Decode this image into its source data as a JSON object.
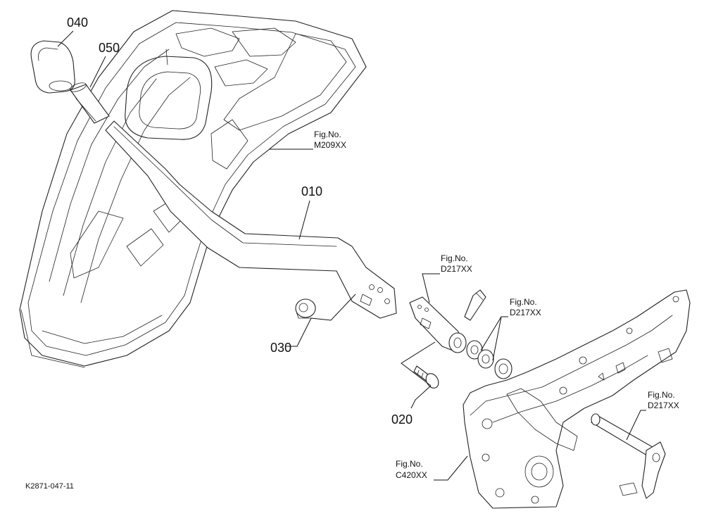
{
  "callouts": {
    "part_040": "040",
    "part_050": "050",
    "part_010": "010",
    "part_030": "030",
    "part_020": "020"
  },
  "references": {
    "fender": {
      "line1": "Fig.No.",
      "line2": "M209XX"
    },
    "bracket": {
      "line1": "Fig.No.",
      "line2": "D217XX"
    },
    "collar": {
      "line1": "Fig.No.",
      "line2": "D217XX"
    },
    "shaft": {
      "line1": "Fig.No.",
      "line2": "D217XX"
    },
    "housing": {
      "line1": "Fig.No.",
      "line2": "C420XX"
    }
  },
  "drawing_code": "K2871-047-11",
  "colors": {
    "line": "#222222",
    "background": "#ffffff"
  }
}
